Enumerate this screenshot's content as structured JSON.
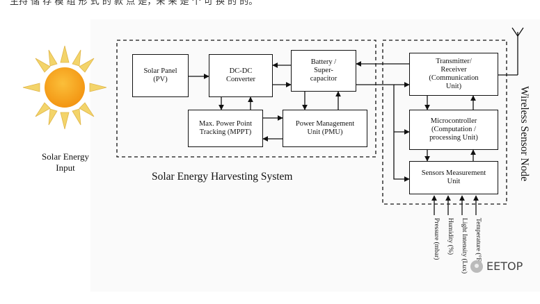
{
  "header_text": "主持 储 存 模 组 形 式 的 款 点 是，未 来 是 个 可 换 的 的。",
  "left": {
    "sun_label_line1": "Solar Energy",
    "sun_label_line2": "Input"
  },
  "harvesting": {
    "title": "Solar Energy Harvesting System",
    "solar_panel_l1": "Solar Panel",
    "solar_panel_l2": "(PV)",
    "dcdc_l1": "DC-DC",
    "dcdc_l2": "Converter",
    "battery_l1": "Battery /",
    "battery_l2": "Super-",
    "battery_l3": "capacitor",
    "mppt_l1": "Max. Power Point",
    "mppt_l2": "Tracking (MPPT)",
    "pmu_l1": "Power Management",
    "pmu_l2": "Unit (PMU)"
  },
  "sensor_node": {
    "title": "Wireless Sensor Node",
    "transmitter_l1": "Transmitter/",
    "transmitter_l2": "Receiver",
    "transmitter_l3": "(Communication",
    "transmitter_l4": "Unit)",
    "micro_l1": "Microcontroller",
    "micro_l2": "(Computation /",
    "micro_l3": "processing Unit)",
    "sensors_l1": "Sensors Measurement",
    "sensors_l2": "Unit"
  },
  "inputs": [
    "Pressure (mbar)",
    "Humidity (%)",
    "Light Intensity (Lux)",
    "Temperature (°F)"
  ],
  "brand": "EETOP",
  "colors": {
    "sun_core": "#f7a21b",
    "sun_rays": "#f3d46a",
    "line": "#111111"
  }
}
